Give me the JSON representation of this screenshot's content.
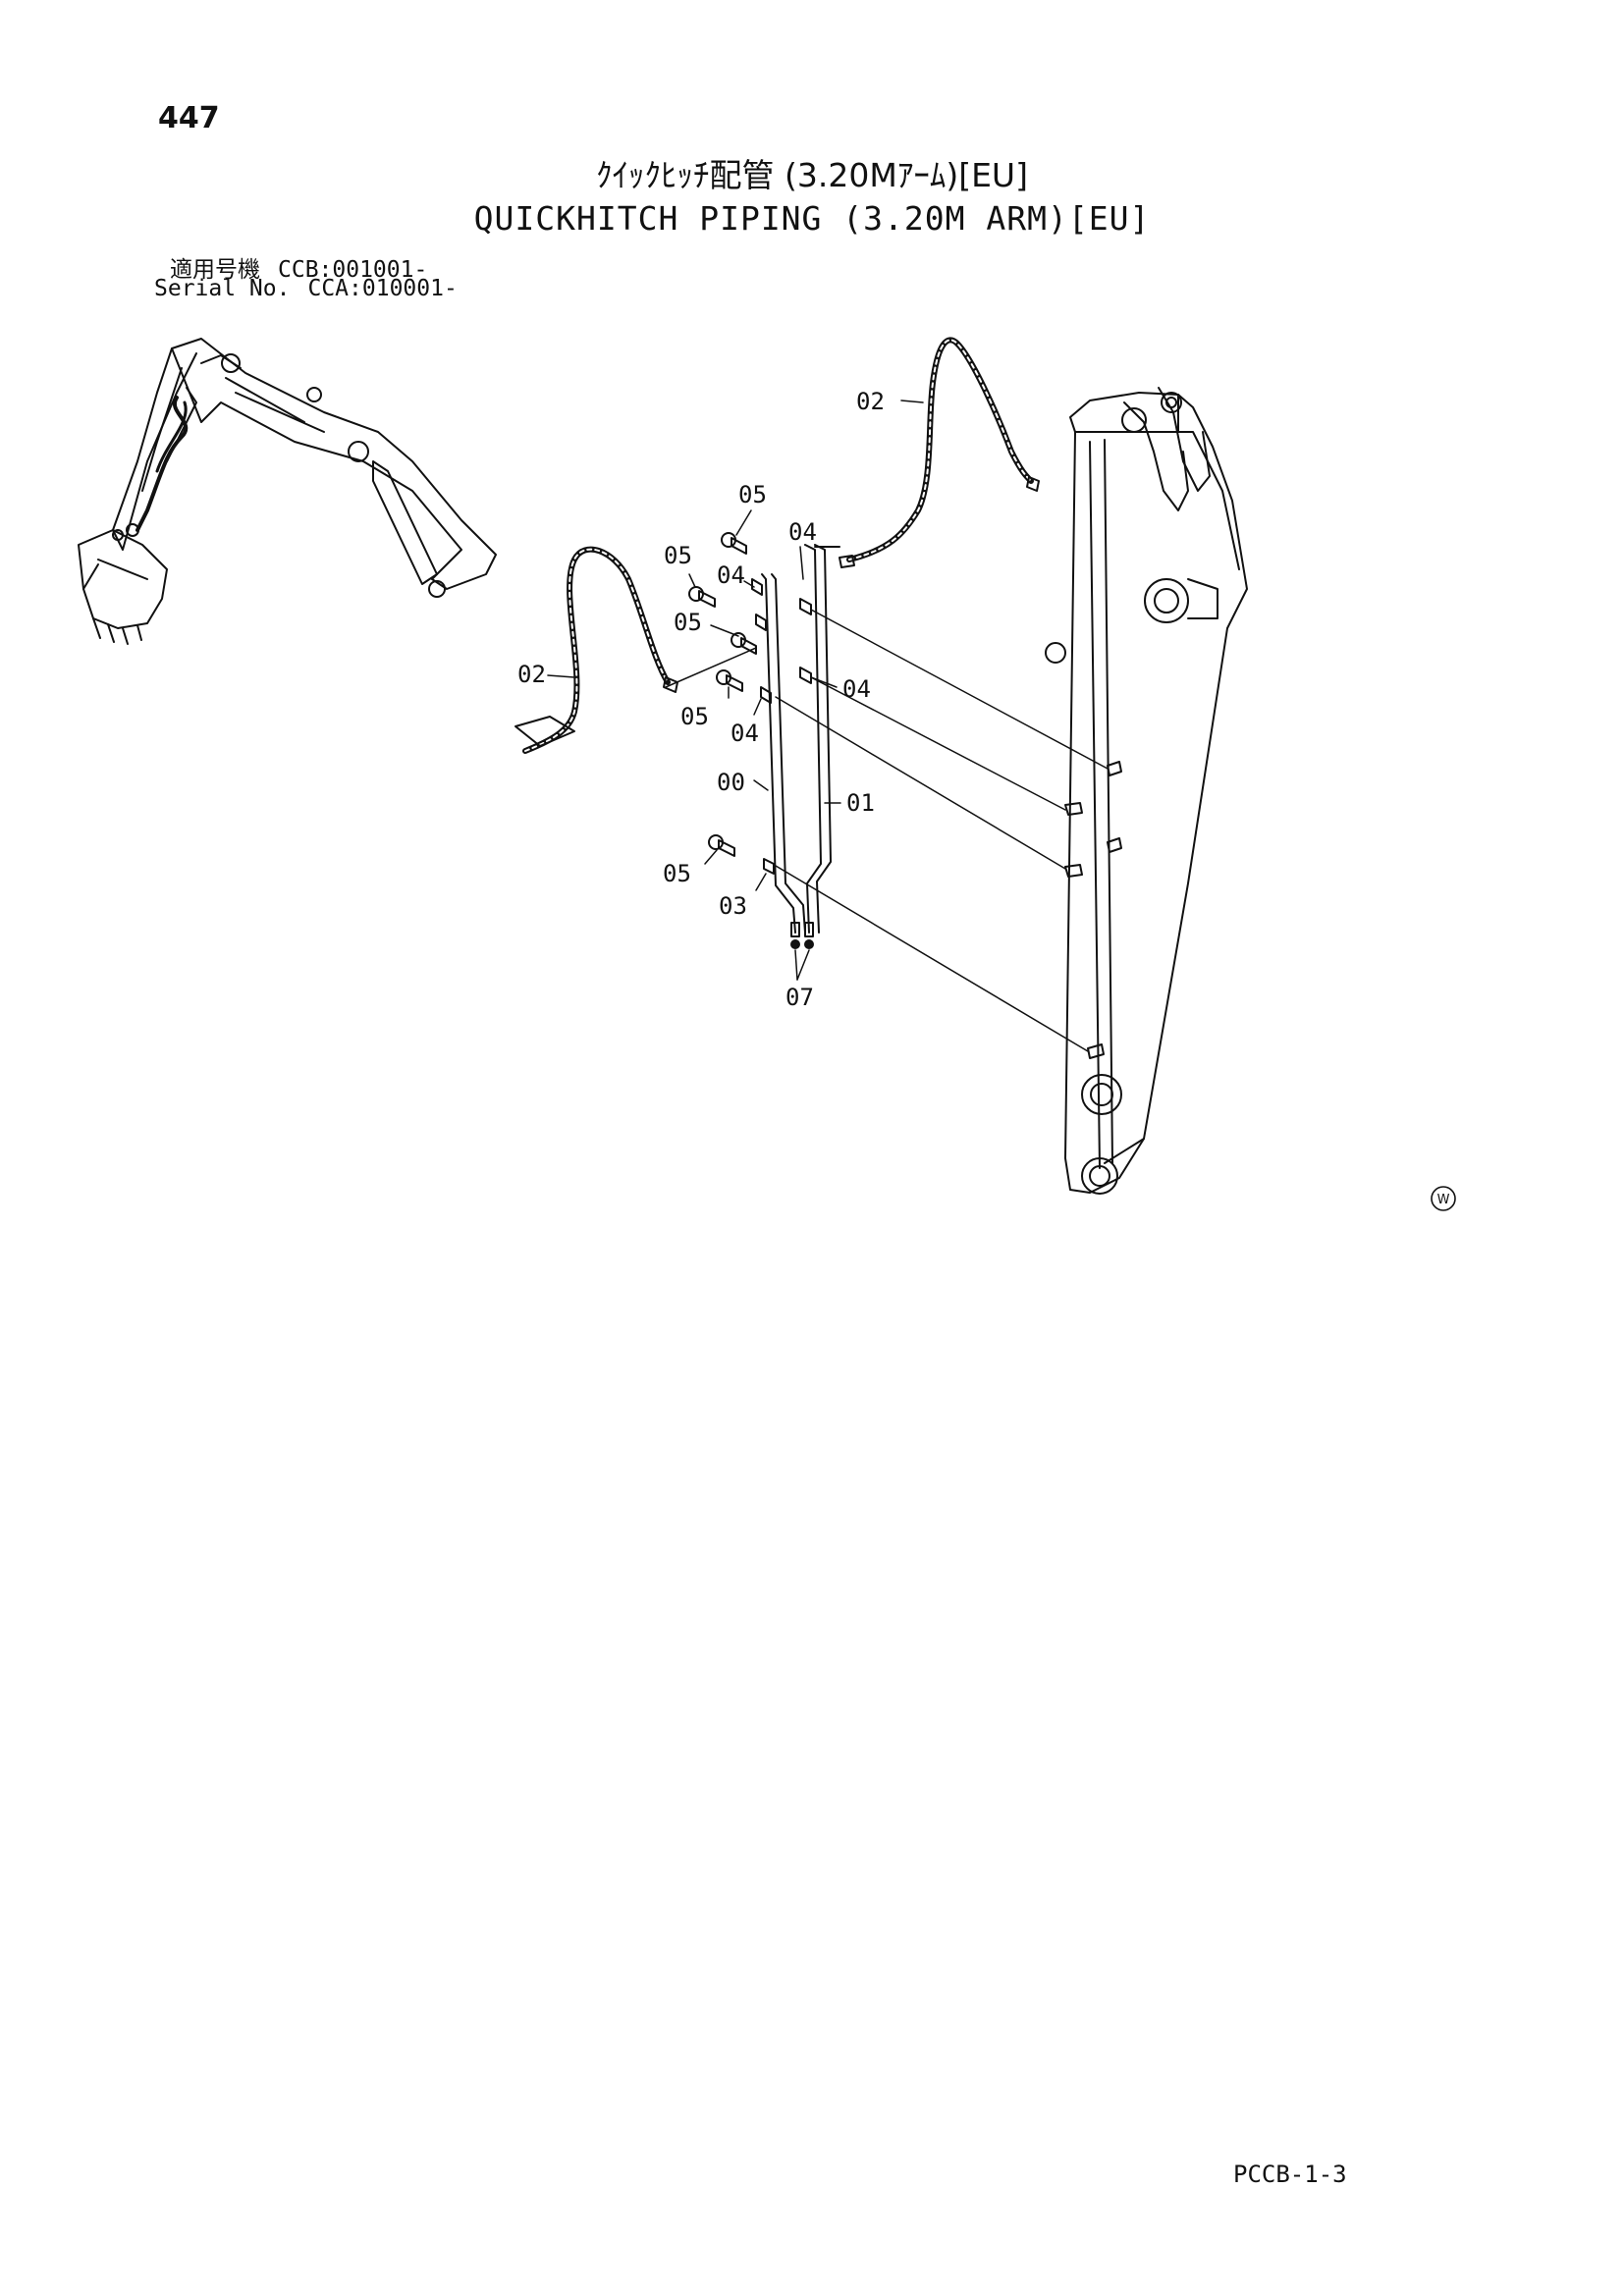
{
  "page_number": "447",
  "title_jp": "ｸｲｯｸﾋｯﾁ配管 (3.20Mｱｰﾑ)[EU]",
  "title_en": "QUICKHITCH PIPING (3.20M ARM)[EU]",
  "applicability": [
    {
      "label": "適用号機",
      "value": "CCB:001001-"
    },
    {
      "label": "Serial No.",
      "value": "CCA:010001-"
    }
  ],
  "callouts": {
    "c00": "00",
    "c01": "01",
    "c02a": "02",
    "c02b": "02",
    "c03": "03",
    "c04a": "04",
    "c04b": "04",
    "c04c": "04",
    "c04d": "04",
    "c05a": "05",
    "c05b": "05",
    "c05c": "05",
    "c05d": "05",
    "c05e": "05",
    "c07": "07"
  },
  "mark": "W",
  "page_ref": "PCCB-1-3"
}
